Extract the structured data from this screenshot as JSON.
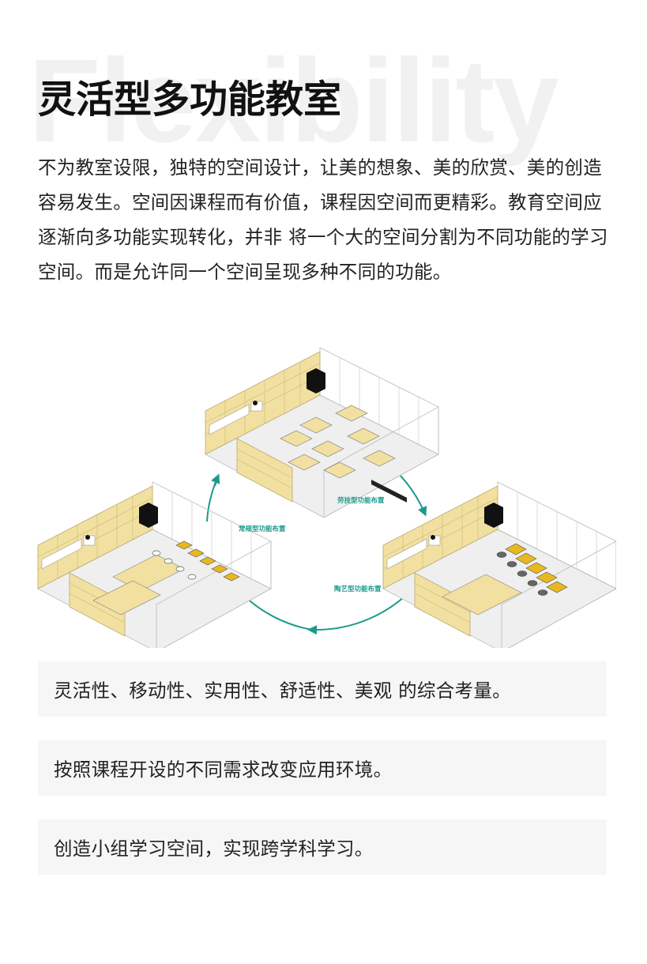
{
  "watermark": "Flexibility",
  "title": "灵活型多功能教室",
  "intro": "不为教室设限，独特的空间设计，让美的想象、美的欣赏、美的创造容易发生。空间因课程而有价值，课程因空间而更精彩。教育空间应逐渐向多功能实现转化，并非 将一个大的空间分割为不同功能的学习空间。而是允许同一个空间呈现多种不同的功能。",
  "diagram": {
    "accent_color": "#1a9a8a",
    "wood_color": "#f2e0a0",
    "table_color": "#e8b820",
    "layouts": [
      {
        "label": "劳技型功能布置",
        "position": "top"
      },
      {
        "label": "常规型功能布置",
        "position": "left"
      },
      {
        "label": "陶艺型功能布置",
        "position": "right"
      }
    ]
  },
  "features": [
    "灵活性、移动性、实用性、舒适性、美观 的综合考量。",
    "按照课程开设的不同需求改变应用环境。",
    "创造小组学习空间，实现跨学科学习。"
  ]
}
